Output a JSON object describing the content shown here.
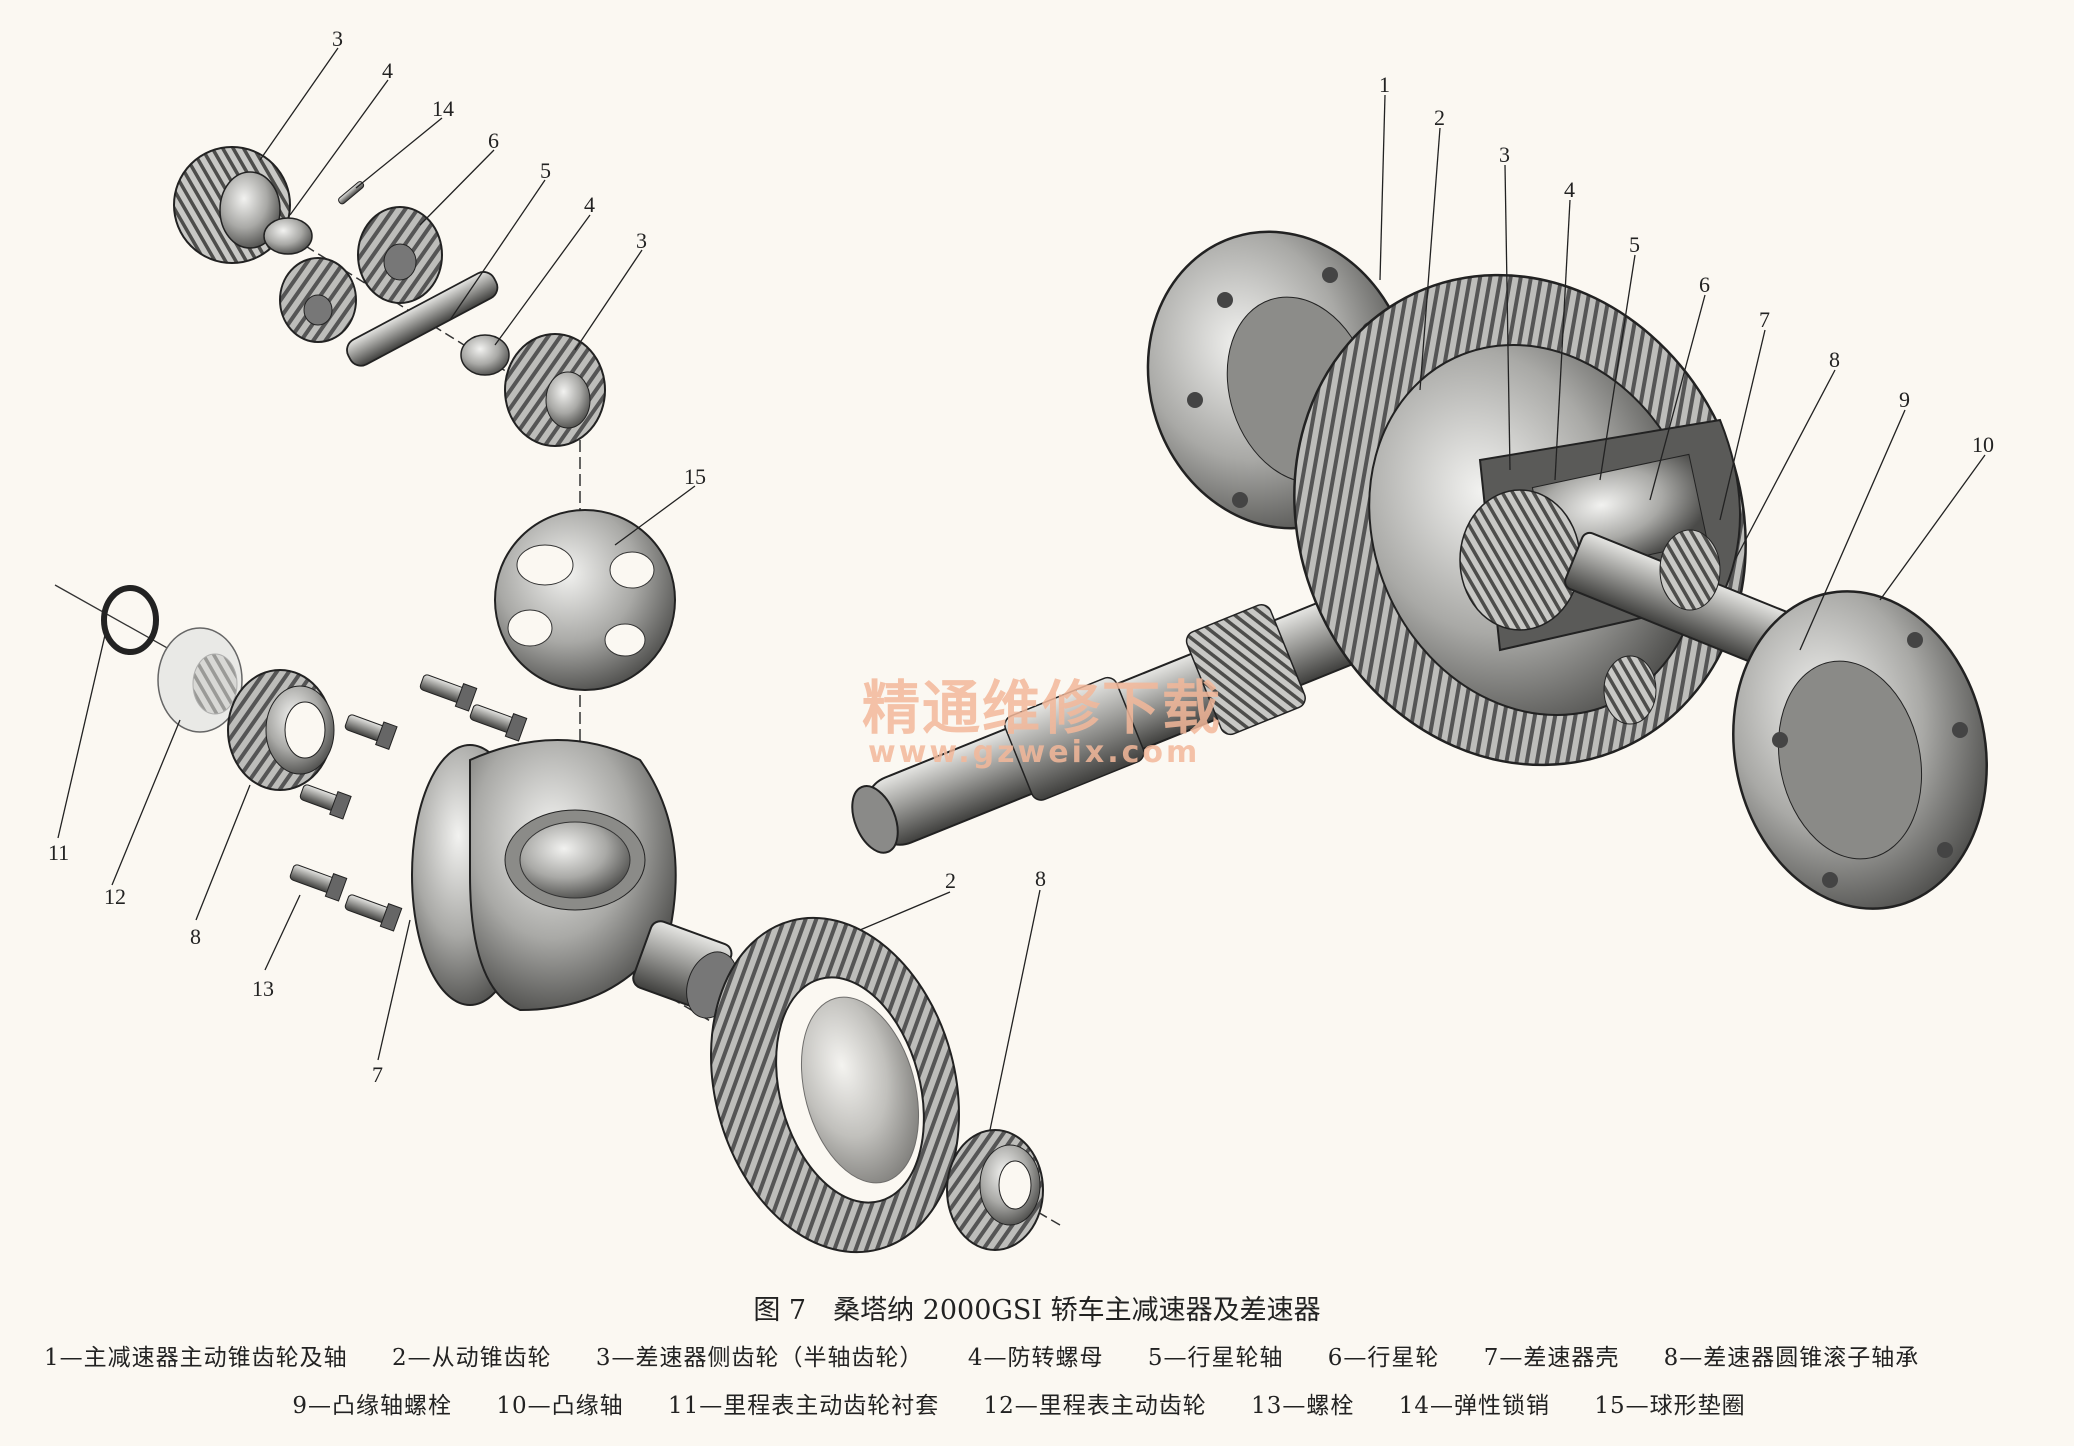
{
  "watermark": {
    "name": "精通维修下载",
    "url": "www.gzweix.com"
  },
  "caption": "图 7　桑塔纳 2000GSI 轿车主减速器及差速器",
  "legend_line1": [
    "1—主减速器主动锥齿轮及轴",
    "2—从动锥齿轮",
    "3—差速器侧齿轮（半轴齿轮）",
    "4—防转螺母",
    "5—行星轮轴",
    "6—行星轮",
    "7—差速器壳",
    "8—差速器圆锥滚子轴承"
  ],
  "legend_line2": [
    "9—凸缘轴螺栓",
    "10—凸缘轴",
    "11—里程表主动齿轮衬套",
    "12—里程表主动齿轮",
    "13—螺栓",
    "14—弹性锁销",
    "15—球形垫圈"
  ],
  "callouts_exploded": [
    "3",
    "4",
    "14",
    "6",
    "5",
    "4",
    "3",
    "15",
    "11",
    "12",
    "8",
    "13",
    "7",
    "2",
    "8"
  ],
  "callouts_assembly": [
    "1",
    "2",
    "3",
    "4",
    "5",
    "6",
    "7",
    "8",
    "9",
    "10"
  ]
}
